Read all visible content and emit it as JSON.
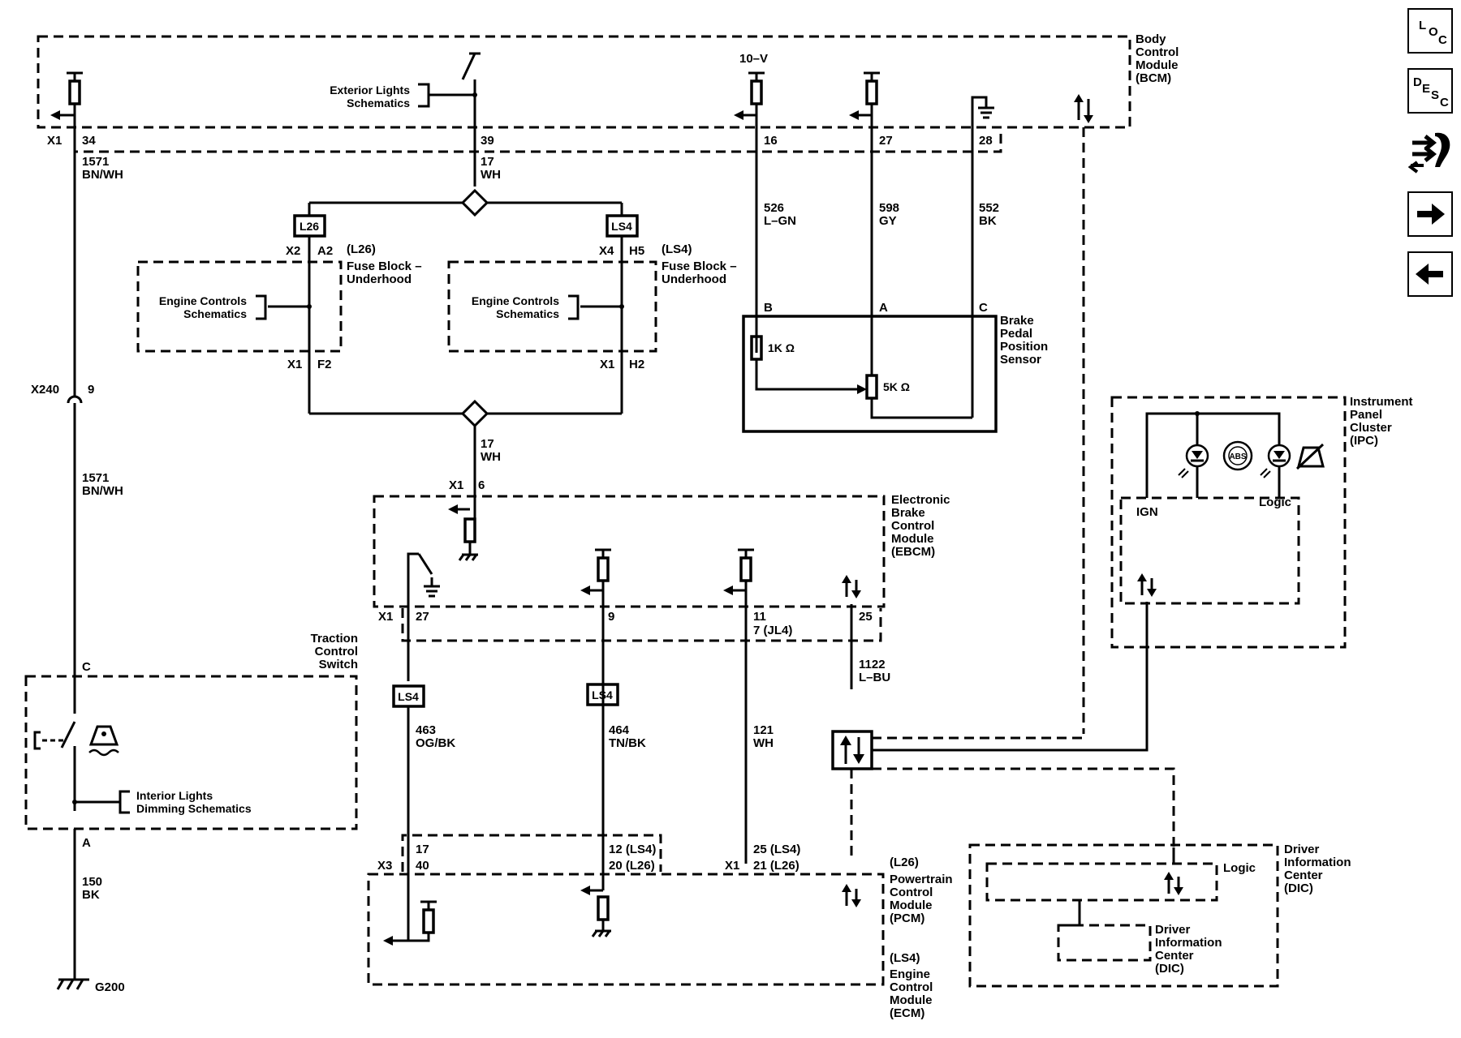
{
  "modules": {
    "bcm": [
      "Body",
      "Control",
      "Module",
      "(BCM)"
    ],
    "ebcm": [
      "Electronic",
      "Brake",
      "Control",
      "Module",
      "(EBCM)"
    ],
    "ipc": [
      "Instrument",
      "Panel",
      "Cluster",
      "(IPC)"
    ],
    "dic": [
      "Driver",
      "Information",
      "Center",
      "(DIC)"
    ],
    "dic_inner": [
      "Driver",
      "Information",
      "Center",
      "(DIC)"
    ],
    "pcm": [
      "(L26)",
      "Powertrain",
      "Control",
      "Module",
      "(PCM)",
      "(LS4)",
      "Engine",
      "Control",
      "Module",
      "(ECM)"
    ],
    "bpps": [
      "Brake",
      "Pedal",
      "Position",
      "Sensor"
    ],
    "tcs": [
      "Traction",
      "Control",
      "Switch"
    ],
    "fuse_l26": [
      "(L26)",
      "Fuse Block –",
      "Underhood"
    ],
    "fuse_ls4": [
      "(LS4)",
      "Fuse Block –",
      "Underhood"
    ]
  },
  "refs": {
    "ext_lights": [
      "Exterior Lights",
      "Schematics"
    ],
    "eng_ctrl_1": [
      "Engine Controls",
      "Schematics"
    ],
    "eng_ctrl_2": [
      "Engine Controls",
      "Schematics"
    ],
    "int_lights": [
      "Interior Lights",
      "Dimming Schematics"
    ]
  },
  "labels": {
    "ten_v": "10–V",
    "x1_bcm": "X1",
    "p34": "34",
    "p39": "39",
    "p16": "16",
    "p27": "27",
    "p28": "28",
    "c1571a": "1571",
    "c1571a_c": "BN/WH",
    "c17a": "17",
    "c17a_c": "WH",
    "c526": "526",
    "c526_c": "L–GN",
    "c598": "598",
    "c598_c": "GY",
    "c552": "552",
    "c552_c": "BK",
    "l26": "L26",
    "ls4": "LS4",
    "x2": "X2",
    "a2": "A2",
    "x4": "X4",
    "h5": "H5",
    "x1f": "X1",
    "f2": "F2",
    "x1h": "X1",
    "h2": "H2",
    "pin_b": "B",
    "pin_a": "A",
    "pin_c": "C",
    "r1k": "1K Ω",
    "r5k": "5K Ω",
    "x240": "X240",
    "p9": "9",
    "c1571b": "1571",
    "c1571b_c": "BN/WH",
    "c17b": "17",
    "c17b_c": "WH",
    "x1_ebcm": "X1",
    "p6": "6",
    "x1_ebcm2": "X1",
    "e27": "27",
    "e9": "9",
    "e11": "11",
    "e7": "7 (JL4)",
    "e25": "25",
    "c1122": "1122",
    "c1122_c": "L–BU",
    "ls4_a": "LS4",
    "ls4_b": "LS4",
    "c463": "463",
    "c463_c": "OG/BK",
    "c464": "464",
    "c464_c": "TN/BK",
    "c121": "121",
    "c121_c": "WH",
    "tcs_c": "C",
    "tcs_a": "A",
    "c150": "150",
    "c150_c": "BK",
    "g200": "G200",
    "p17": "17",
    "p40": "40",
    "x3": "X3",
    "p12": "12 (LS4)",
    "p20": "20 (L26)",
    "x1_pcm": "X1",
    "p25": "25 (LS4)",
    "p21": "21 (L26)",
    "ign": "IGN",
    "logic_ipc": "Logic",
    "logic_dic": "Logic",
    "abs": "ABS"
  },
  "nav": {
    "loc": [
      "L",
      "O",
      "C"
    ],
    "desc": [
      "D",
      "E",
      "S",
      "C"
    ],
    "connector_icon": "connector-icon",
    "next_icon": "right-arrow-icon",
    "prev_icon": "left-arrow-icon"
  }
}
